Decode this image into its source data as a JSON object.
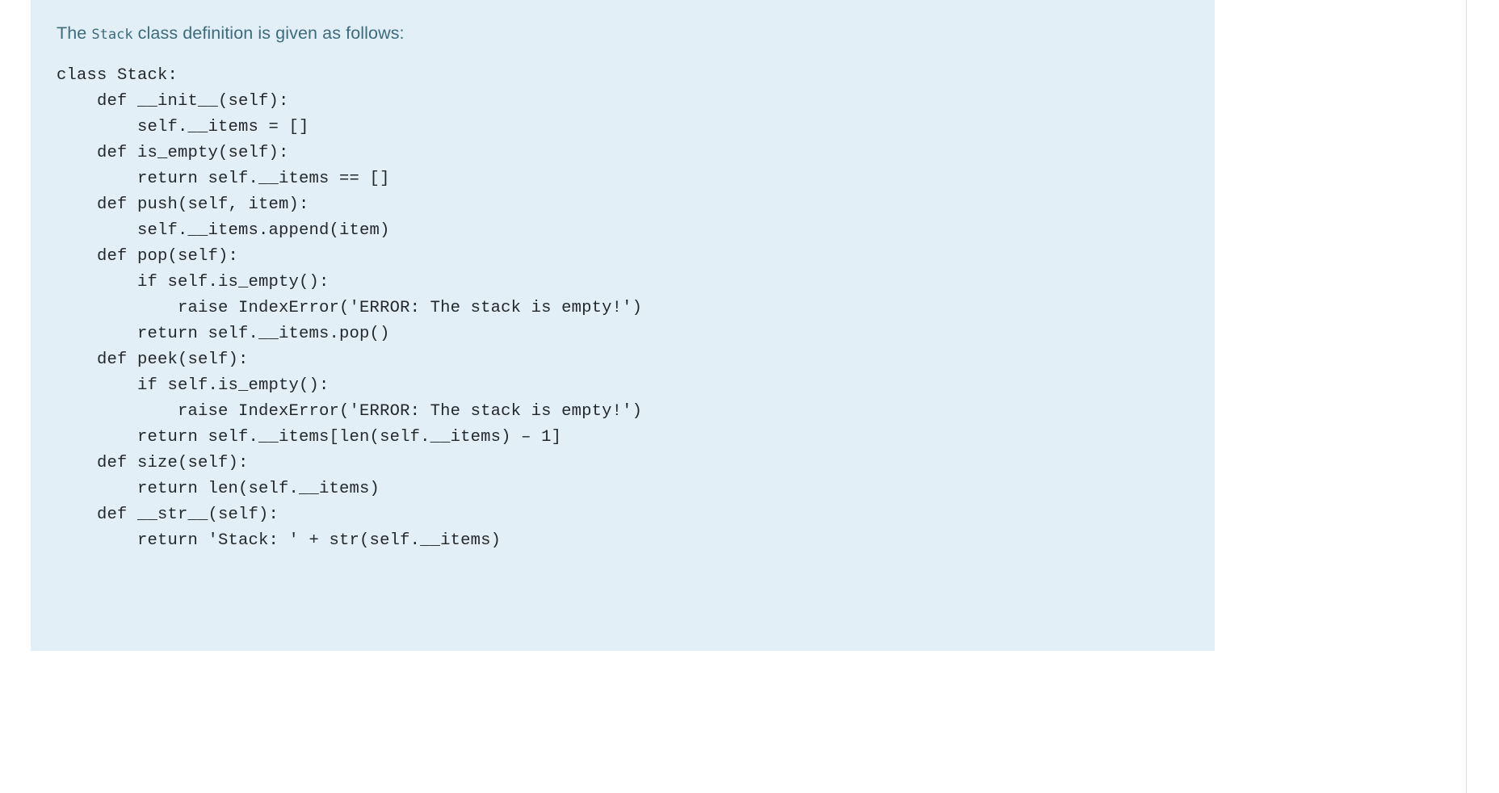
{
  "panel": {
    "background_color": "#e2eff6",
    "intro": {
      "before": "The ",
      "code_term": "Stack",
      "after": " class definition is given as follows:",
      "text_color": "#3d6b7d"
    },
    "code_language": "python",
    "code_text_color": "#23282b",
    "code_lines": [
      "class Stack:",
      "    def __init__(self):",
      "        self.__items = []",
      "    def is_empty(self):",
      "        return self.__items == []",
      "    def push(self, item):",
      "        self.__items.append(item)",
      "    def pop(self):",
      "        if self.is_empty():",
      "            raise IndexError('ERROR: The stack is empty!')",
      "        return self.__items.pop()",
      "    def peek(self):",
      "        if self.is_empty():",
      "            raise IndexError('ERROR: The stack is empty!')",
      "        return self.__items[len(self.__items) – 1]",
      "    def size(self):",
      "        return len(self.__items)",
      "    def __str__(self):",
      "        return 'Stack: ' + str(self.__items)"
    ]
  },
  "chrome": {
    "divider_color": "#dcdcdc",
    "scrollbar_thumb_color": "#d8d8d8"
  }
}
